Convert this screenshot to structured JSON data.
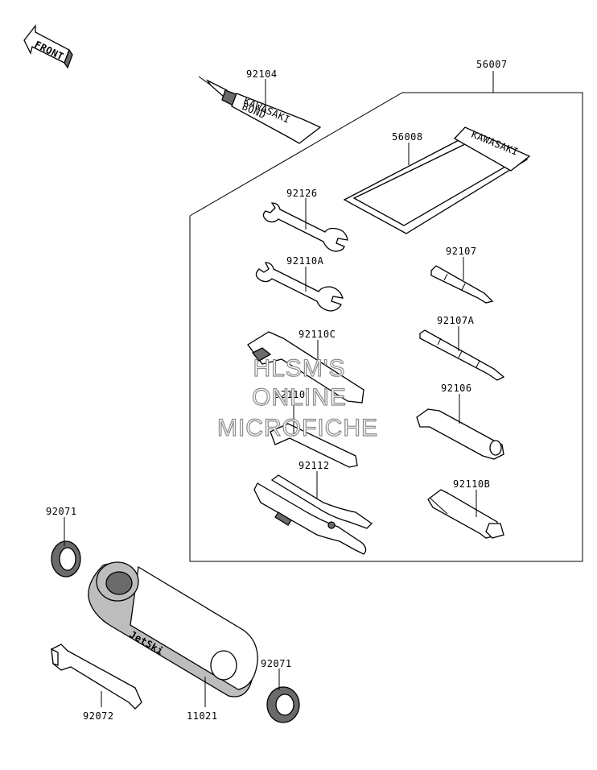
{
  "front_arrow": {
    "text": "FRONT"
  },
  "parts": [
    {
      "id": "56007"
    },
    {
      "id": "92104"
    },
    {
      "id": "56008"
    },
    {
      "id": "92126"
    },
    {
      "id": "92110A"
    },
    {
      "id": "92107"
    },
    {
      "id": "92107A"
    },
    {
      "id": "92110C"
    },
    {
      "id": "92110"
    },
    {
      "id": "92106"
    },
    {
      "id": "92112"
    },
    {
      "id": "92110B"
    },
    {
      "id": "92071"
    },
    {
      "id": "92071"
    },
    {
      "id": "92072"
    },
    {
      "id": "11021"
    }
  ],
  "tube_text": {
    "line1": "KAWASAKI",
    "line2": "BOND"
  },
  "pouch_text": "KAWASAKI",
  "bag_logo": "JetSki",
  "watermark": {
    "line1": "HLSM'S",
    "line2": "ONLINE",
    "line3": "MICROFICHE"
  }
}
